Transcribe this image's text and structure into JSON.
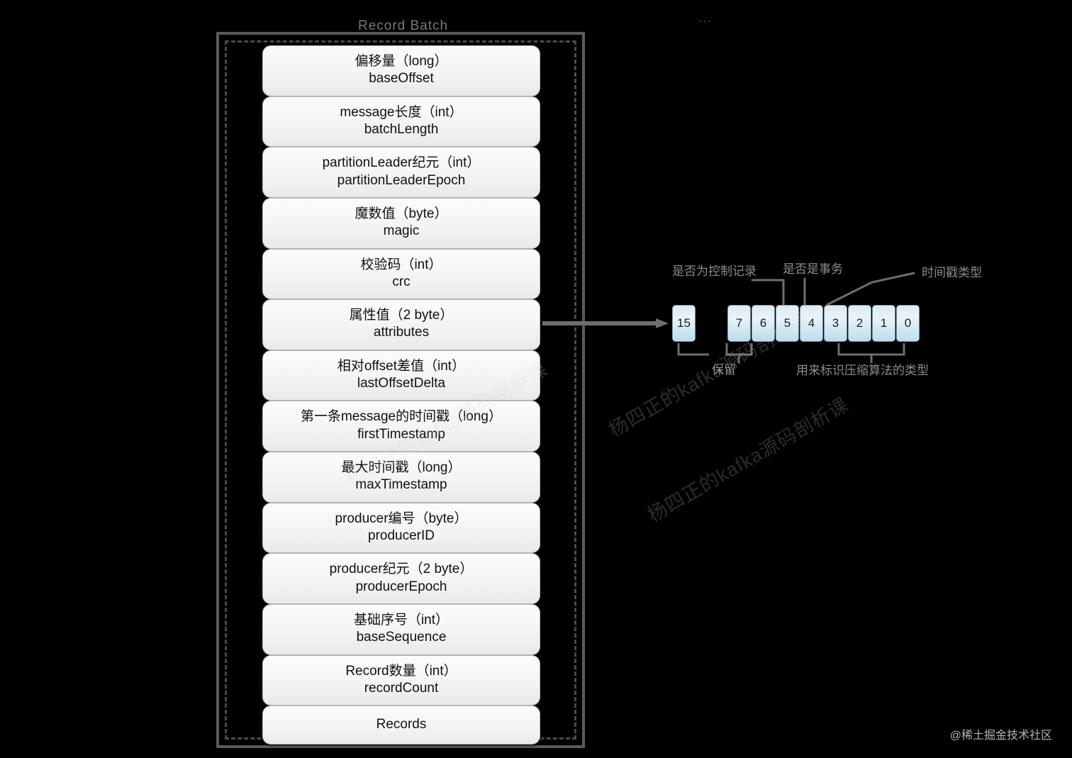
{
  "diagram": {
    "title": "Record Batch",
    "fields": [
      {
        "cn": "偏移量（long）",
        "en": "baseOffset"
      },
      {
        "cn": "message长度（int）",
        "en": "batchLength"
      },
      {
        "cn": "partitionLeader纪元（int）",
        "en": "partitionLeaderEpoch"
      },
      {
        "cn": "魔数值（byte）",
        "en": "magic"
      },
      {
        "cn": "校验码（int）",
        "en": "crc"
      },
      {
        "cn": "属性值（2 byte）",
        "en": "attributes"
      },
      {
        "cn": "相对offset差值（int）",
        "en": "lastOffsetDelta"
      },
      {
        "cn": "第一条message的时间戳（long）",
        "en": "firstTimestamp"
      },
      {
        "cn": "最大时间戳（long）",
        "en": "maxTimestamp"
      },
      {
        "cn": "producer编号（byte）",
        "en": "producerID"
      },
      {
        "cn": "producer纪元（2 byte）",
        "en": "producerEpoch"
      },
      {
        "cn": "基础序号（int）",
        "en": "baseSequence"
      },
      {
        "cn": "Record数量（int）",
        "en": "recordCount"
      },
      {
        "cn": "",
        "en": "Records"
      }
    ],
    "bitfield": {
      "high_bit": "15",
      "ellipsis": "...",
      "bits": [
        "7",
        "6",
        "5",
        "4",
        "3",
        "2",
        "1",
        "0"
      ]
    },
    "annotations": {
      "control_record": "是否为控制记录",
      "transaction": "是否是事务",
      "timestamp_type": "时间戳类型",
      "reserved": "保留",
      "compression": "用来标识压缩算法的类型"
    },
    "watermarks": {
      "diagonal": "杨四正的kafka源码剖析课",
      "corner": "@稀土掘金技术社区"
    },
    "colors": {
      "bit_fill": "#cfe6f2",
      "field_fill": "#f4f4f4",
      "border": "#5a5a5a",
      "annotation_text": "#8c8c8c"
    }
  }
}
